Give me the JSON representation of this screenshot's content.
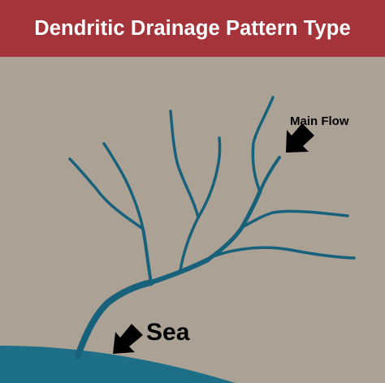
{
  "title": "Dendritic Drainage Pattern Type",
  "labels": {
    "main_flow": "Main Flow",
    "sea": "Sea"
  },
  "colors": {
    "title_bar": "#a4343a",
    "background": "#aca195",
    "river": "#17627a",
    "sea": "#1c6f87",
    "text": "#000000"
  },
  "icons": {
    "main_flow_arrow": "arrow-down-left-icon",
    "sea_arrow": "arrow-down-left-icon"
  }
}
